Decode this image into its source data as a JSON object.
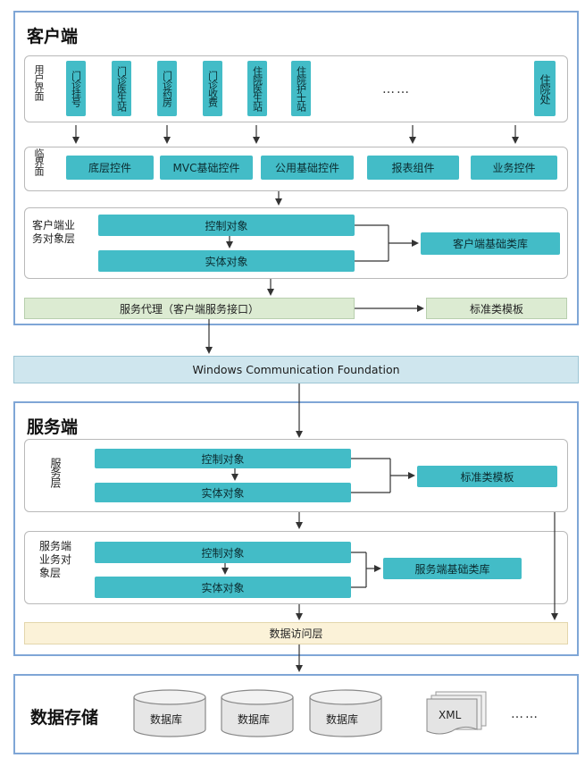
{
  "client": {
    "title": "客户端",
    "ui_label": "用户界面",
    "ui_items": [
      "门诊挂号",
      "门诊医生站",
      "门诊药房",
      "门诊收费",
      "住院医生站",
      "住院护士站"
    ],
    "ui_ellipsis": "……",
    "ui_last": "住院处",
    "boundary_label": "临界面",
    "controls": [
      "底层控件",
      "MVC基础控件",
      "公用基础控件",
      "报表组件",
      "业务控件"
    ],
    "biz_label": "客户端业务对象层",
    "control_obj": "控制对象",
    "entity_obj": "实体对象",
    "base_lib": "客户端基础类库",
    "proxy": "服务代理（客户端服务接口）",
    "template": "标准类模板"
  },
  "wcf": "Windows Communication Foundation",
  "server": {
    "title": "服务端",
    "service_label": "服务层",
    "control_obj": "控制对象",
    "entity_obj": "实体对象",
    "template": "标准类模板",
    "biz_label": "服务端业务对象层",
    "control_obj2": "控制对象",
    "entity_obj2": "实体对象",
    "base_lib": "服务端基础类库",
    "data_access": "数据访问层"
  },
  "storage": {
    "title": "数据存储",
    "db_labels": [
      "数据库",
      "数据库",
      "数据库"
    ],
    "xml": "XML",
    "ellipsis": "……"
  },
  "colors": {
    "teal": "#43bcc7",
    "section_border": "#7fa6d6",
    "green": "#dcebd2",
    "blue": "#cfe6ee",
    "beige": "#fbf2d8"
  }
}
